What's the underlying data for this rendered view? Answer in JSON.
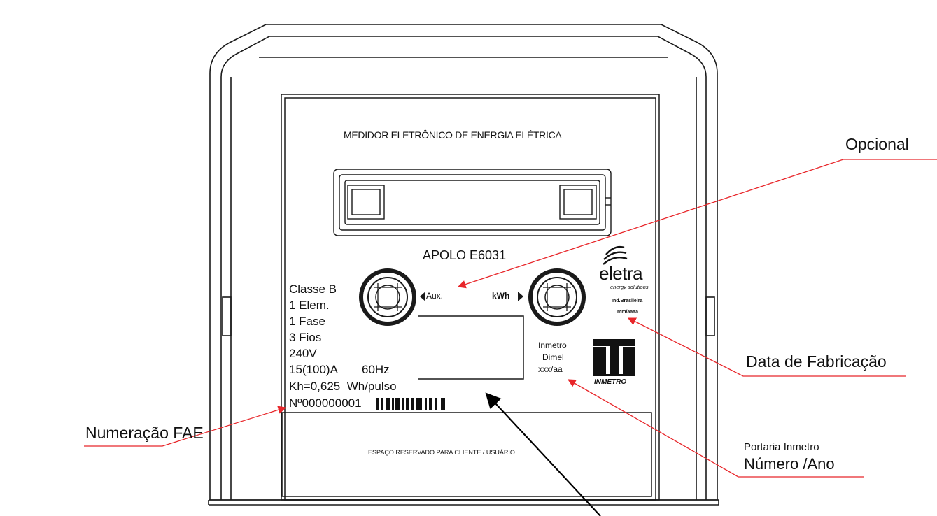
{
  "panel": {
    "title": "MEDIDOR ELETRÔNICO DE ENERGIA ELÉTRICA",
    "model": "APOLO E6031",
    "reserved_space": "ESPAÇO RESERVADO PARA CLIENTE / USUÁRIO",
    "aux_label": "Aux.",
    "kwh_label": "kWh"
  },
  "specs": {
    "lines": [
      "Classe B",
      "1 Elem.",
      "1 Fase",
      "3 Fios",
      "240V"
    ],
    "current": "15(100)A",
    "frequency": "60Hz",
    "kh": "Kh=0,625  Wh/pulso",
    "serial": "Nº000000001"
  },
  "brand": {
    "name": "eletra",
    "tagline": "energy solutions",
    "origin": "Ind.Brasileira",
    "date_format": "mm/aaaa"
  },
  "inmetro": {
    "line1": "Inmetro",
    "line2": "Dimel",
    "line3": "xxx/aa",
    "logo_text": "INMETRO"
  },
  "callouts": {
    "opcional": "Opcional",
    "data_fabricacao": "Data de Fabricação",
    "numeracao_fae": "Numeração FAE",
    "portaria_top": "Portaria Inmetro",
    "portaria_bottom": "Número /Ano"
  },
  "colors": {
    "callout_line": "#e8262a",
    "drawing": "#1a1a1a",
    "arrow": "#000000"
  }
}
